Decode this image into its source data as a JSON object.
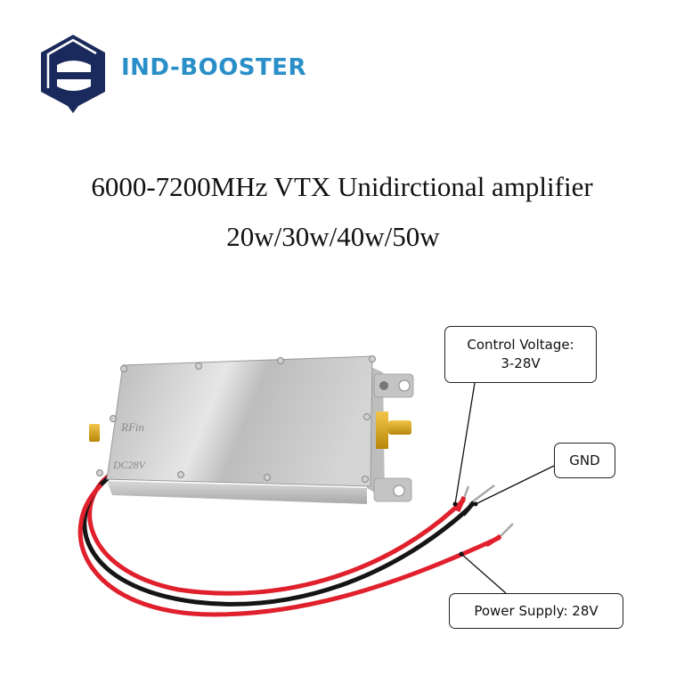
{
  "brand": {
    "name": "IND-BOOSTER",
    "logo_icon": "hexagon-stacked-shield-logo",
    "colors": {
      "logo_navy": "#1b2a5c",
      "brand_text": "#2a8fc8"
    }
  },
  "product": {
    "title_line1": "6000-7200MHz VTX Unidirctional amplifier",
    "title_line2": "20w/30w/40w/50w",
    "module_labels": {
      "rf_in": "RFin",
      "dc": "DC28V"
    }
  },
  "callouts": {
    "control_voltage": {
      "line1": "Control Voltage:",
      "line2": "3-28V"
    },
    "gnd": {
      "label": "GND"
    },
    "power_supply": {
      "label": "Power Supply: 28V"
    }
  },
  "colors": {
    "wire_red": "#e0202c",
    "wire_black": "#151515",
    "housing": "#c8c8c8",
    "connector_gold": "#d9a520"
  }
}
